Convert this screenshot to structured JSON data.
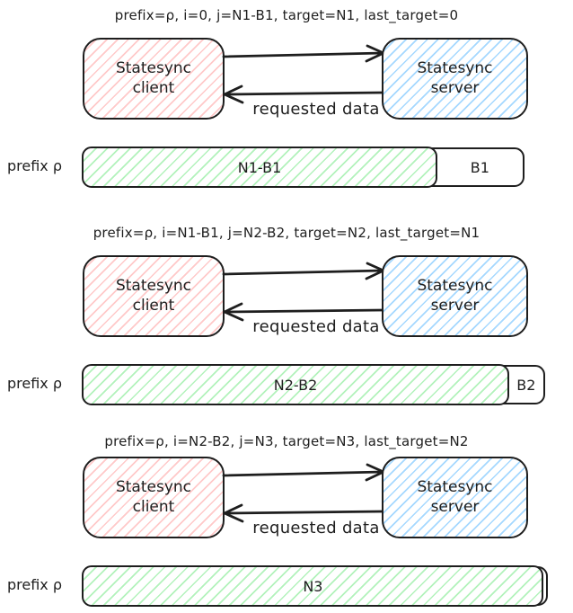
{
  "colors": {
    "stroke": "#1e1e1e",
    "client_hatch": "#ffc9c9",
    "server_hatch": "#a5d8ff",
    "synced_hatch": "#b2f2bb"
  },
  "labels": {
    "client": "Statesync client",
    "server": "Statesync server",
    "requested_data": "requested data",
    "prefix": "prefix ρ"
  },
  "panels": [
    {
      "header": "prefix=ρ, i=0, j=N1-B1, target=N1, last_target=0",
      "bar": {
        "segments": [
          {
            "label": "N1-B1",
            "kind": "synced",
            "width_pct": 81
          },
          {
            "label": "B1",
            "kind": "remaining",
            "width_pct": 19
          }
        ]
      }
    },
    {
      "header": "prefix=ρ, i=N1-B1, j=N2-B2, target=N2, last_target=N1",
      "bar": {
        "segments": [
          {
            "label": "N2-B2",
            "kind": "synced",
            "width_pct": 93
          },
          {
            "label": "B2",
            "kind": "remaining",
            "width_pct": 7
          }
        ]
      }
    },
    {
      "header": "prefix=ρ, i=N2-B2, j=N3, target=N3, last_target=N2",
      "bar": {
        "segments": [
          {
            "label": "N3",
            "kind": "synced",
            "width_pct": 100
          }
        ]
      }
    }
  ]
}
